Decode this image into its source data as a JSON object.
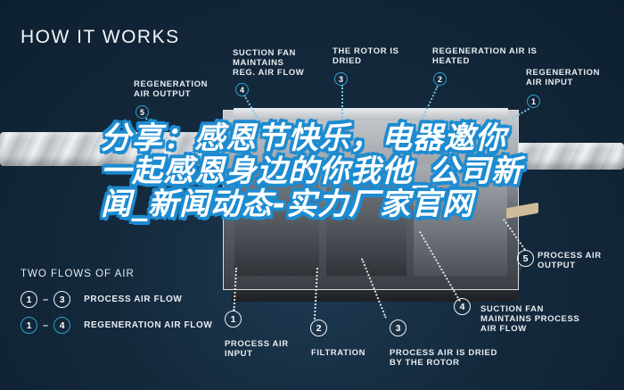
{
  "title": "HOW IT WORKS",
  "headline": "分享：感恩节快乐，电器邀你一起感恩身边的你我他_公司新闻_新闻动态-实力厂家官网",
  "colors": {
    "background": "#14293c",
    "regeneration_accent": "#2fa3cf",
    "process_accent": "#f3f3f3",
    "headline_stroke": "#1d8bd0"
  },
  "regeneration_steps": [
    {
      "number": "1",
      "label": "REGENERATION AIR INPUT"
    },
    {
      "number": "2",
      "label": "REGENERATION AIR IS HEATED"
    },
    {
      "number": "3",
      "label": "THE ROTOR IS DRIED"
    },
    {
      "number": "4",
      "label": "SUCTION FAN MAINTAINS REG. AIR FLOW"
    },
    {
      "number": "5",
      "label": "REGENERATION AIR OUTPUT"
    }
  ],
  "process_steps": [
    {
      "number": "1",
      "label": "PROCESS AIR INPUT"
    },
    {
      "number": "2",
      "label": "FILTRATION"
    },
    {
      "number": "3",
      "label": "PROCESS AIR IS DRIED BY THE ROTOR"
    },
    {
      "number": "4",
      "label": "SUCTION FAN MAINTAINS PROCESS AIR FLOW"
    },
    {
      "number": "5",
      "label": "PROCESS AIR OUTPUT"
    }
  ],
  "legend": {
    "title": "TWO FLOWS OF AIR",
    "rows": [
      {
        "from": "1",
        "to": "3",
        "label": "PROCESS AIR FLOW",
        "style": "white"
      },
      {
        "from": "1",
        "to": "4",
        "label": "REGENERATION AIR FLOW",
        "style": "blue"
      }
    ]
  }
}
